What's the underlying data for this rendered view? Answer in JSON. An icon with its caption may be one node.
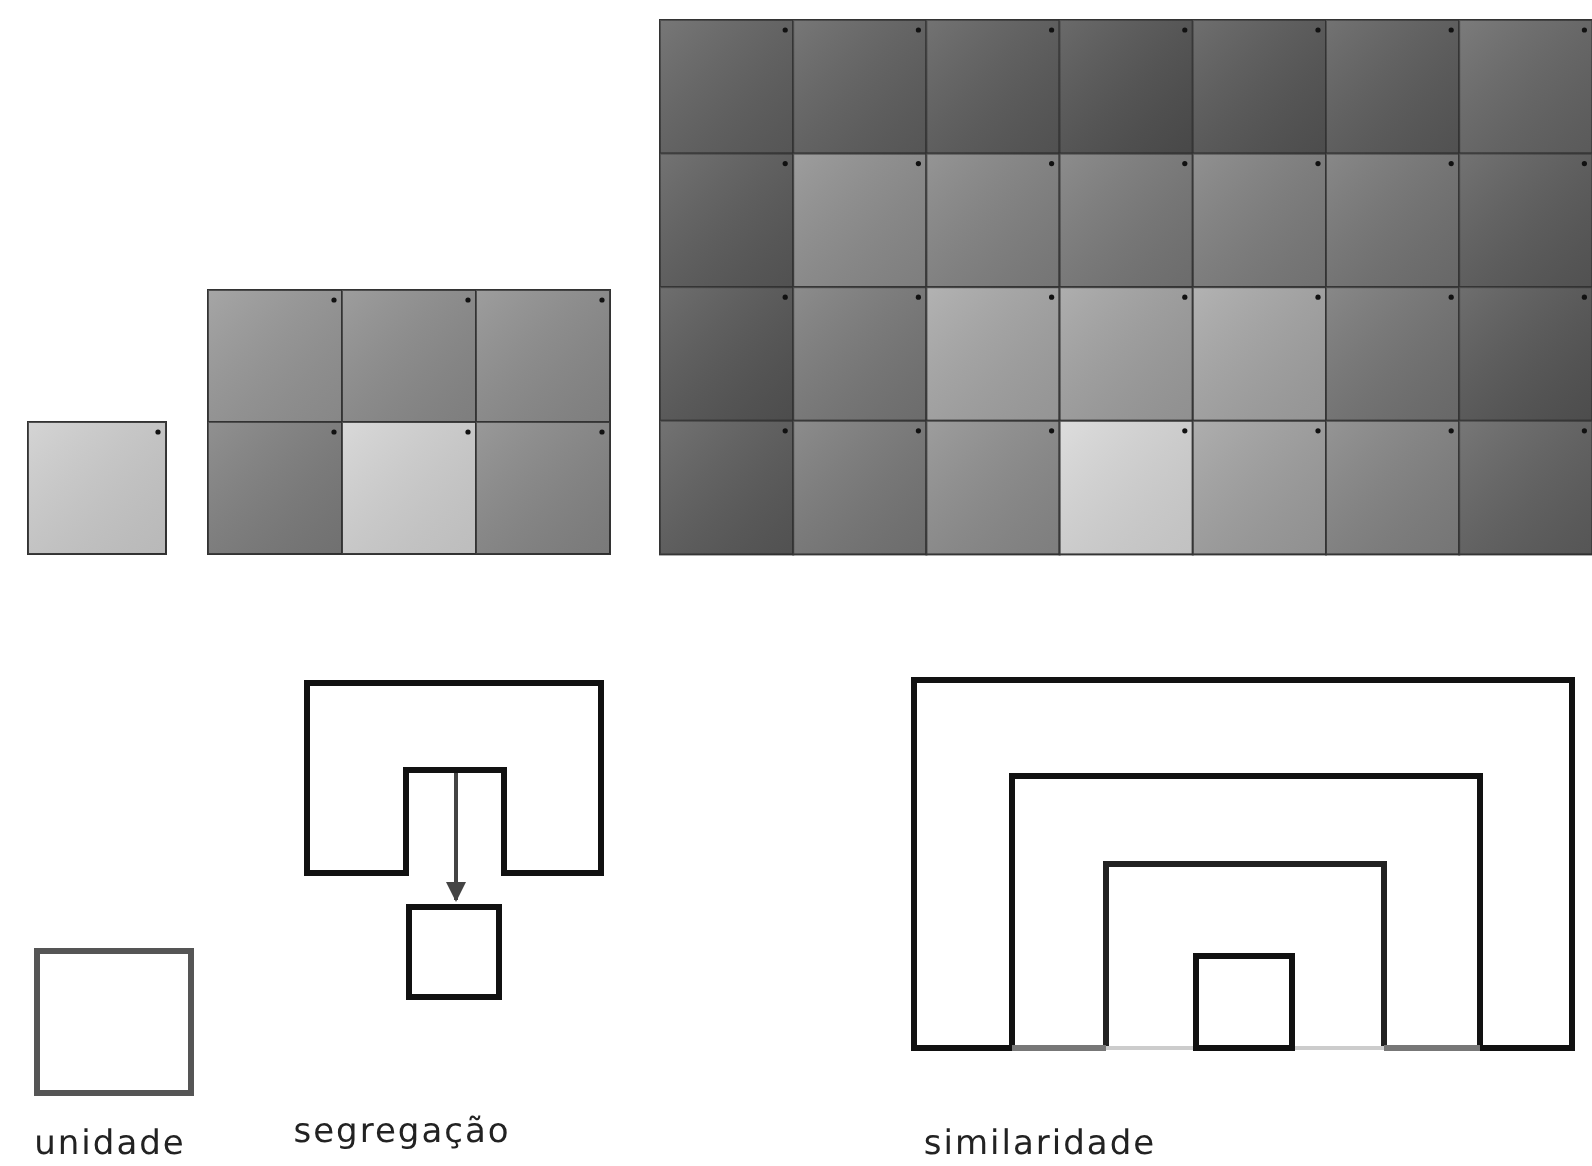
{
  "diagram": {
    "nodes": [
      {
        "text": [],
        "shape": "box"
      },
      {
        "text": [],
        "shape": "box"
      },
      {
        "text": [],
        "shape": "box"
      }
    ],
    "edges": [
      {
        "from": 1,
        "to": 2,
        "arrow": "to"
      }
    ],
    "labels": [
      "unidade",
      "segregação",
      "similaridade"
    ]
  }
}
